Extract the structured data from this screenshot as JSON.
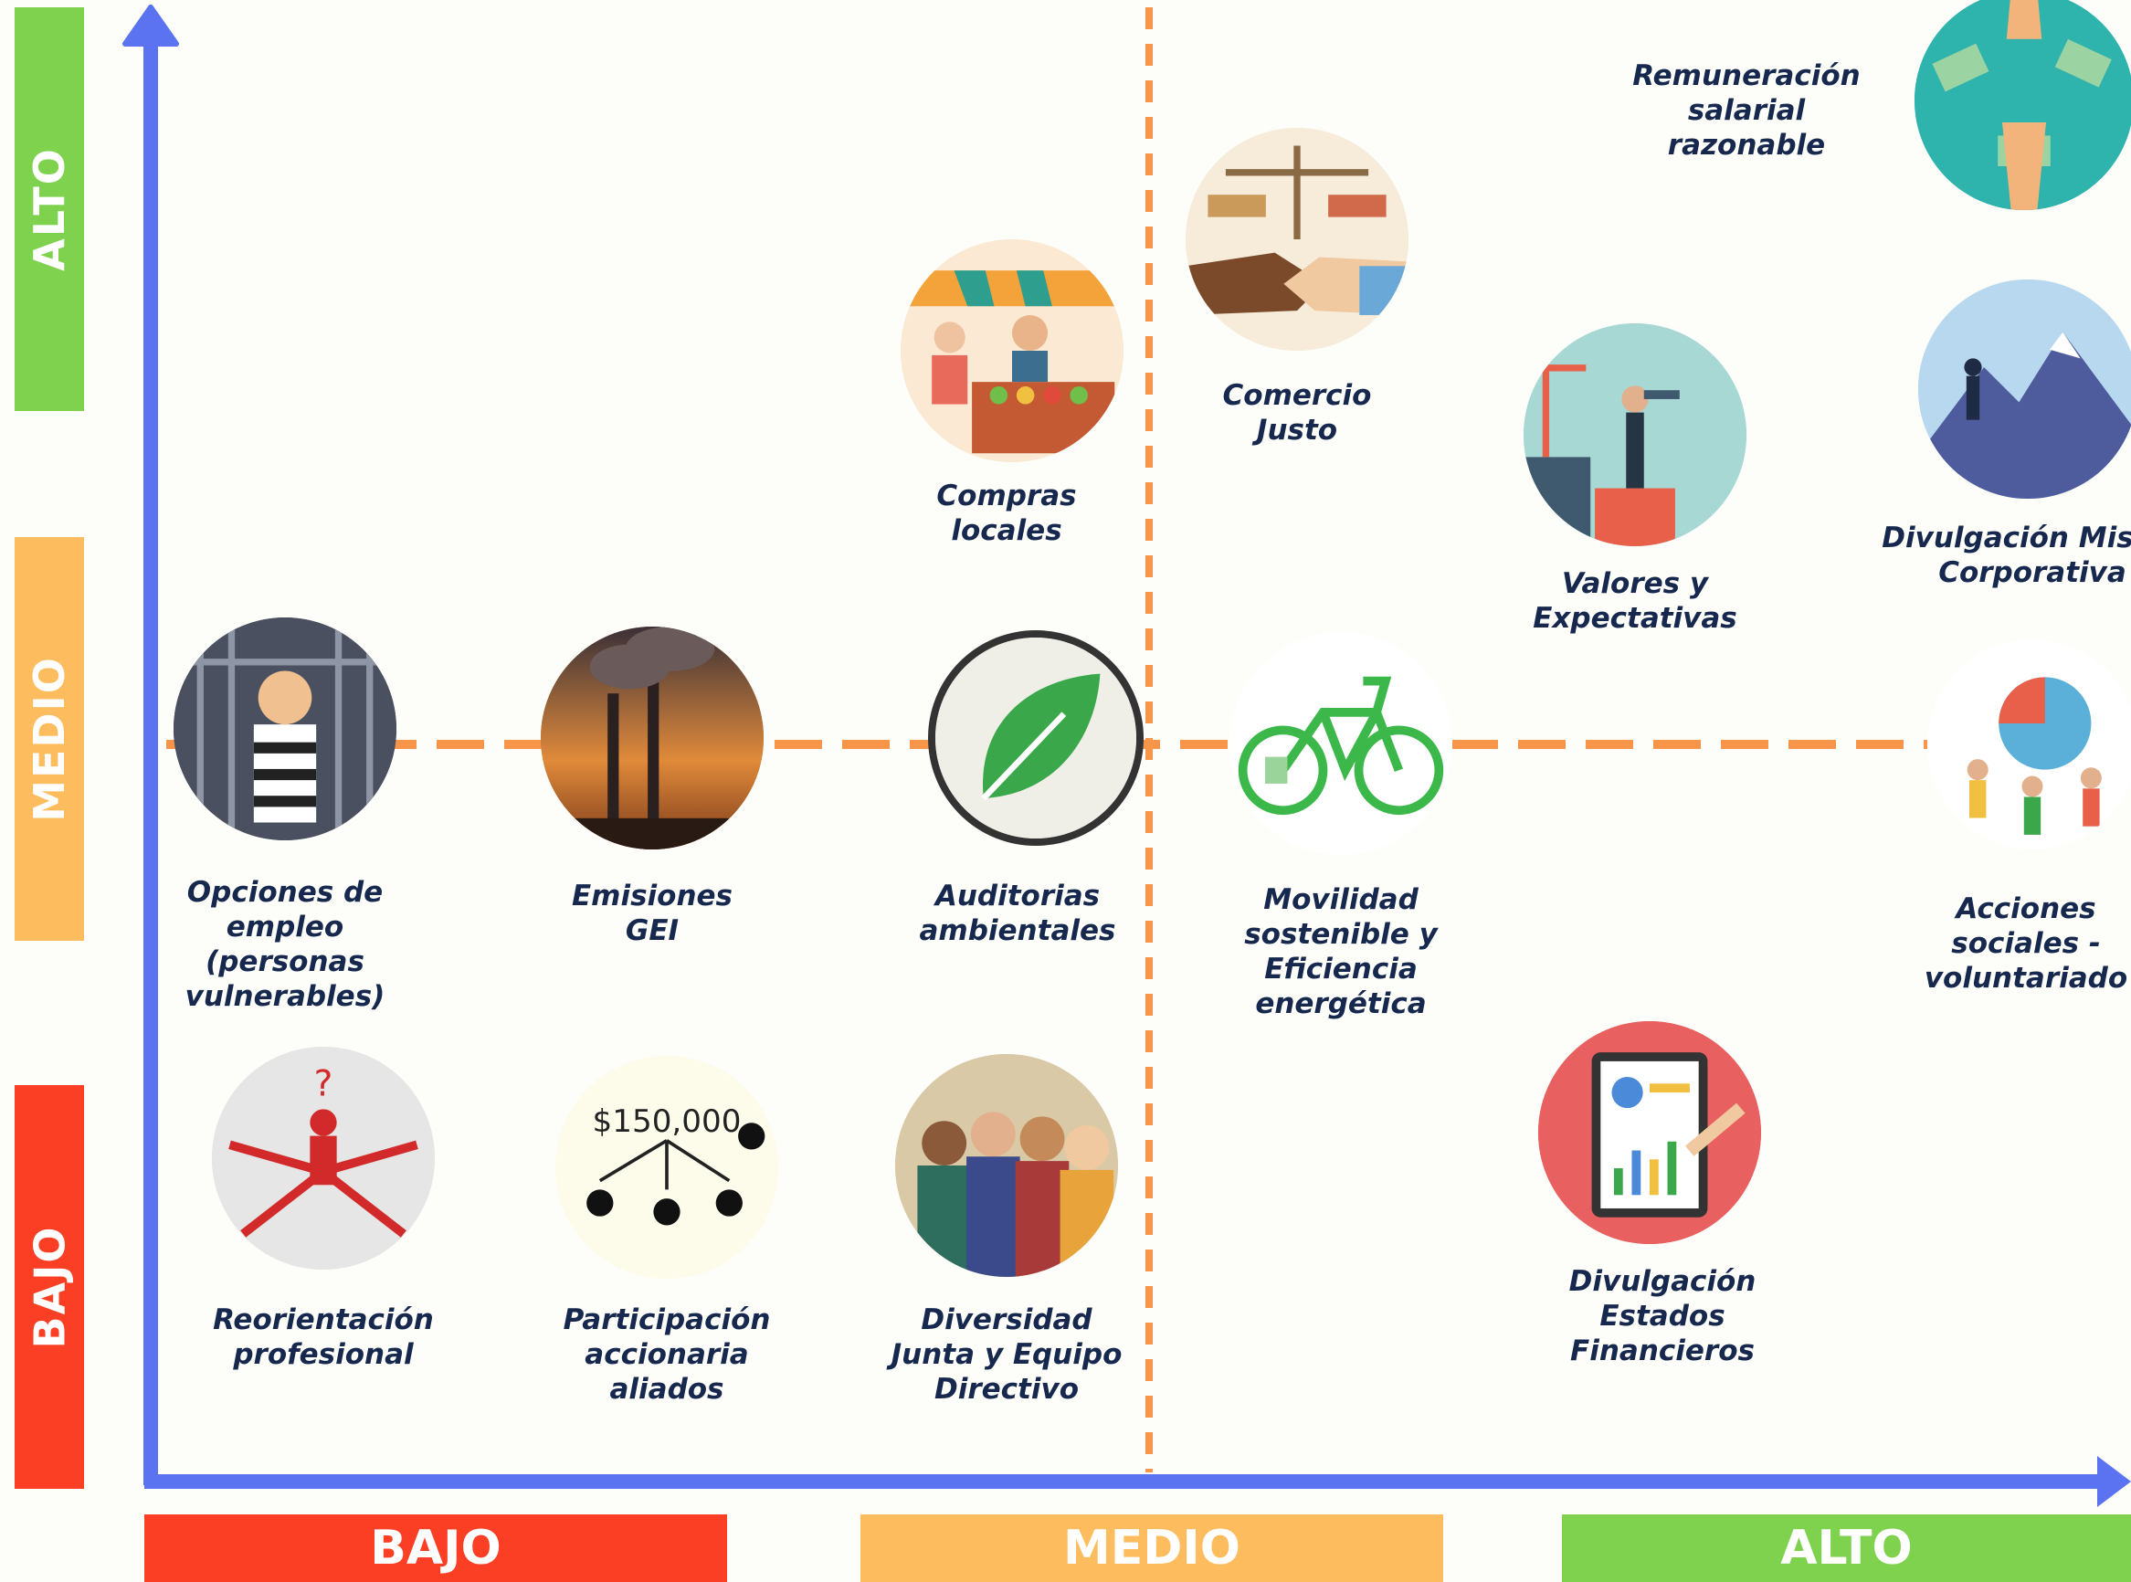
{
  "colors": {
    "low": "#fb3f24",
    "medium": "#fdbc5d",
    "high": "#7ed24e",
    "axis": "#5b73f0",
    "divider": "#f7954a",
    "label_text": "#16284e"
  },
  "y_axis": {
    "bands": [
      {
        "label": "ALTO",
        "level": "high"
      },
      {
        "label": "MEDIO",
        "level": "medium"
      },
      {
        "label": "BAJO",
        "level": "low"
      }
    ]
  },
  "x_axis": {
    "bands": [
      {
        "label": "BAJO",
        "level": "low"
      },
      {
        "label": "MEDIO",
        "level": "medium"
      },
      {
        "label": "ALTO",
        "level": "high"
      }
    ]
  },
  "items": [
    {
      "label": "Remuneración\nsalarial  razonable",
      "icon": "money-hands-icon"
    },
    {
      "label": "Comercio\nJusto",
      "icon": "handshake-scale-icon"
    },
    {
      "label": "Compras\nlocales",
      "icon": "market-stall-icon"
    },
    {
      "label": "Valores y\nExpectativas",
      "icon": "telescope-businessman-icon"
    },
    {
      "label": "Divulgación Misión\nCorporativa",
      "icon": "mountain-icon"
    },
    {
      "label": "Opciones de\nempleo\n(personas\nvulnerables)",
      "icon": "prisoner-icon"
    },
    {
      "label": "Emisiones\nGEI",
      "icon": "smokestack-icon"
    },
    {
      "label": "Auditorias\nambientales",
      "icon": "leaf-magnifier-icon"
    },
    {
      "label": "Movilidad\nsostenible y\nEficiencia\nenergética",
      "icon": "bicycle-icon"
    },
    {
      "label": "Acciones\nsociales -\nvoluntariado",
      "icon": "volunteers-icon"
    },
    {
      "label": "Reorientación\nprofesional",
      "icon": "question-person-icon"
    },
    {
      "label": "Participación\naccionaria\naliados",
      "icon": "shareholders-icon"
    },
    {
      "label": "Diversidad\nJunta y Equipo\nDirectivo",
      "icon": "diverse-people-icon"
    },
    {
      "label": "Divulgación\nEstados\nFinancieros",
      "icon": "financial-tablet-icon"
    }
  ]
}
